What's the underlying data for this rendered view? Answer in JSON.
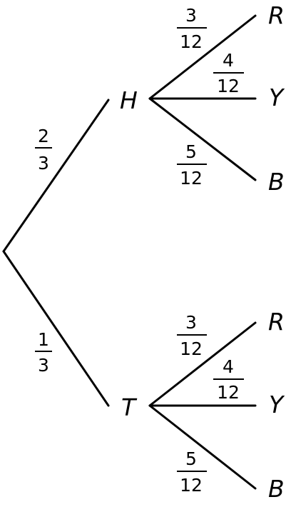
{
  "tree": {
    "first_stage": {
      "outcomes": [
        {
          "label": "H",
          "probability": {
            "num": "2",
            "den": "3"
          }
        },
        {
          "label": "T",
          "probability": {
            "num": "1",
            "den": "3"
          }
        }
      ]
    },
    "second_stage": {
      "H": [
        {
          "label": "R",
          "probability": {
            "num": "3",
            "den": "12"
          }
        },
        {
          "label": "Y",
          "probability": {
            "num": "4",
            "den": "12"
          }
        },
        {
          "label": "B",
          "probability": {
            "num": "5",
            "den": "12"
          }
        }
      ],
      "T": [
        {
          "label": "R",
          "probability": {
            "num": "3",
            "den": "12"
          }
        },
        {
          "label": "Y",
          "probability": {
            "num": "4",
            "den": "12"
          }
        },
        {
          "label": "B",
          "probability": {
            "num": "5",
            "den": "12"
          }
        }
      ]
    }
  }
}
